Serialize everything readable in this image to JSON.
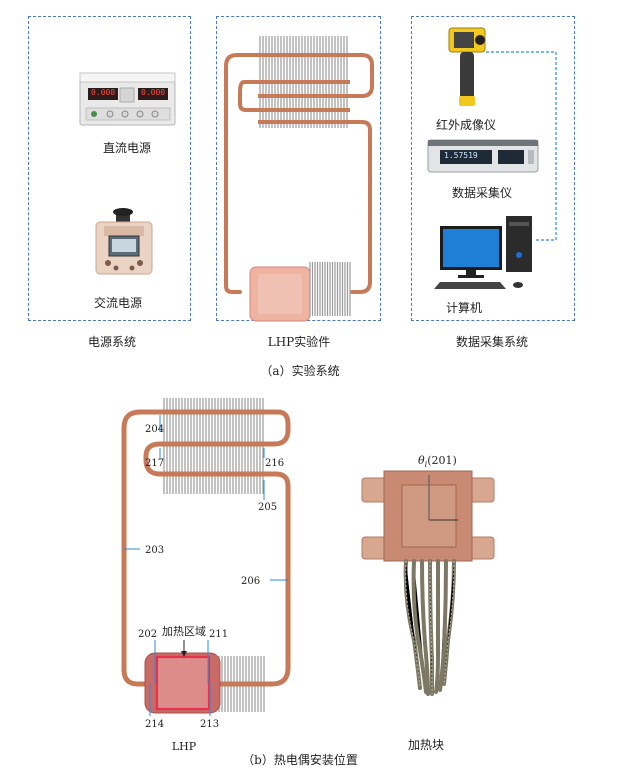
{
  "panel_a": {
    "power_system": {
      "title": "电源系统",
      "dc_label": "直流电源",
      "ac_label": "交流电源",
      "dc_display_left": "0.000",
      "dc_display_right": "0.000"
    },
    "lhp_panel": {
      "title": "LHP实验件"
    },
    "daq_system": {
      "title": "数据采集系统",
      "ir_label": "红外成像仪",
      "daq_label": "数据采集仪",
      "pc_label": "计算机",
      "daq_display": "1.57519"
    },
    "caption": "（a）实验系统"
  },
  "panel_b": {
    "caption": "（b）热电偶安装位置",
    "lhp_label": "LHP",
    "heat_zone_label": "加热区域",
    "heater_label": "加热块",
    "theta_label": "θ",
    "theta_sub": "i",
    "theta_point": "(201)",
    "points": {
      "p204": "204",
      "p217": "217",
      "p216": "216",
      "p205": "205",
      "p203": "203",
      "p206": "206",
      "p202": "202",
      "p211": "211",
      "p214": "214",
      "p213": "213"
    }
  },
  "colors": {
    "panel_border": "#4a78b8",
    "pipe": "#c77a58",
    "leader": "#2e8bd8",
    "fin": "#9a9a9a",
    "heat_zone": "#e05a64"
  }
}
